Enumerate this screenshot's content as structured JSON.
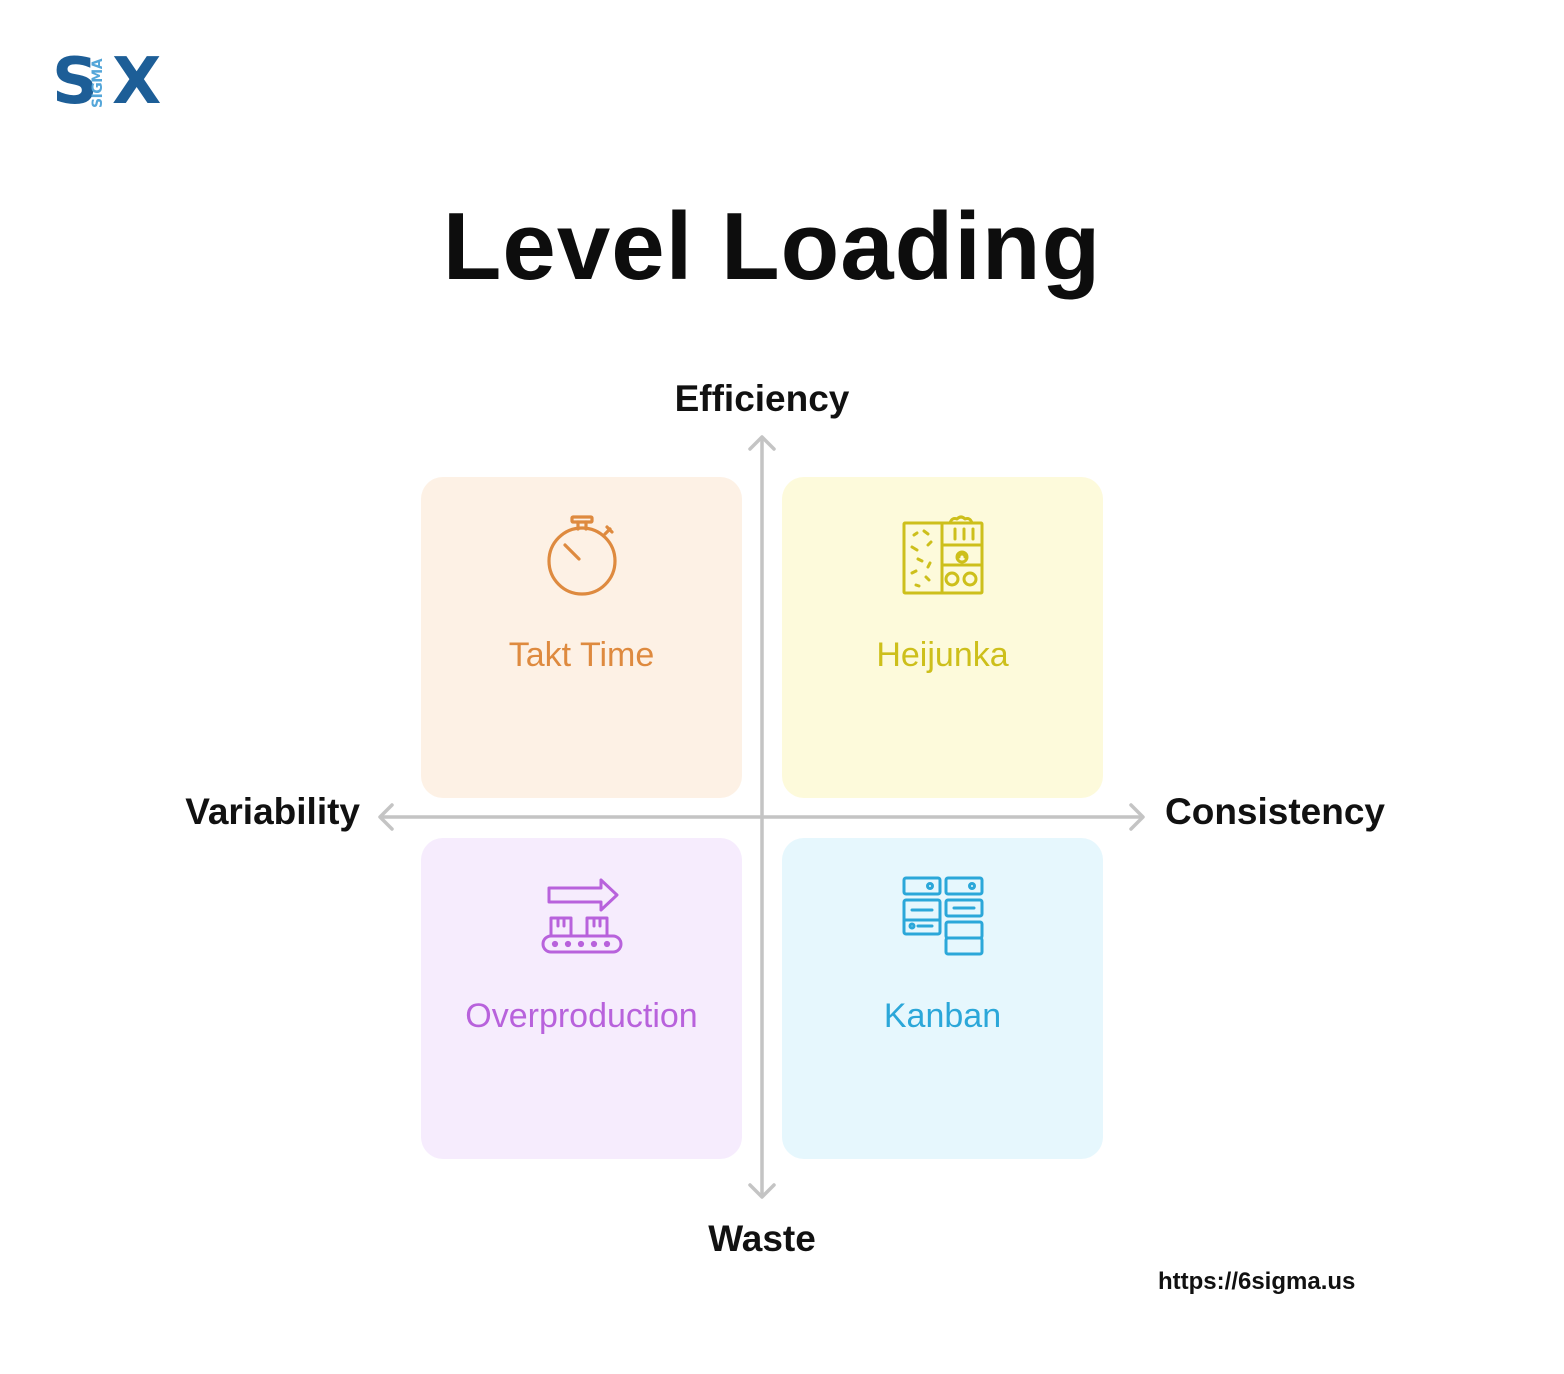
{
  "logo": {
    "left_letter": "S",
    "vertical_text": "SIGMA",
    "right_letter": "X",
    "primary_color": "#1d5e97",
    "accent_color": "#54a6d9"
  },
  "title": "Level Loading",
  "axes": {
    "top": "Efficiency",
    "bottom": "Waste",
    "left": "Variability",
    "right": "Consistency",
    "line_color": "#c4c4c4"
  },
  "quadrants": [
    {
      "label": "Takt Time",
      "icon": "stopwatch-icon",
      "color": "#de8a3f",
      "background": "#fdf1e5"
    },
    {
      "label": "Heijunka",
      "icon": "heijunka-box-icon",
      "color": "#cdbf1b",
      "background": "#fdfadb"
    },
    {
      "label": "Overproduction",
      "icon": "conveyor-belt-icon",
      "color": "#b862dc",
      "background": "#f6ecfd"
    },
    {
      "label": "Kanban",
      "icon": "kanban-board-icon",
      "color": "#2ba7d9",
      "background": "#e6f7fd"
    }
  ],
  "footer": {
    "url": "https://6sigma.us"
  }
}
